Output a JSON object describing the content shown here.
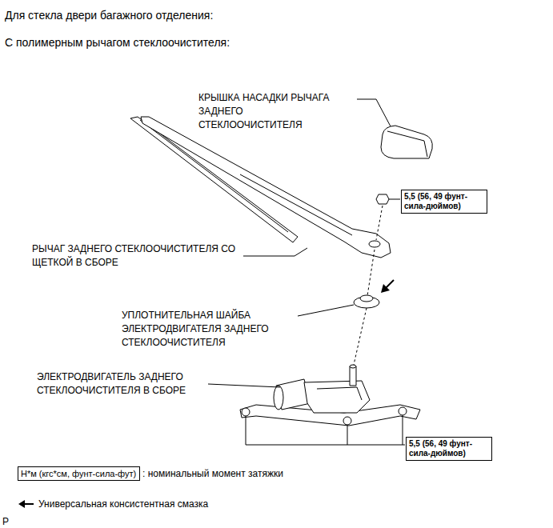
{
  "diagram": {
    "title": "Для стекла двери багажного отделения:",
    "nodes": [
      {
        "text": [
          "5,5 (56, 49 фунт-сила-дюймов)"
        ]
      },
      {
        "text": [
          "5,5 (56, 49 фунт-сила-дюймов)"
        ]
      },
      {
        "text": [
          "Н*м (кгс*см, фунт-сила-фут)"
        ]
      }
    ],
    "labels": [
      "С полимерным рычагом стеклоочистителя:",
      "КРЫШКА НАСАДКИ РЫЧАГА ЗАДНЕГО СТЕКЛООЧИСТИТЕЛЯ",
      "РЫЧАГ ЗАДНЕГО СТЕКЛООЧИСТИТЕЛЯ СО ЩЕТКОЙ В СБОРЕ",
      "УПЛОТНИТЕЛЬНАЯ ШАЙБА ЭЛЕКТРОДВИГАТЕЛЯ ЗАДНЕГО СТЕКЛООЧИСТИТЕЛЯ",
      "ЭЛЕКТРОДВИГАТЕЛЬ ЗАДНЕГО СТЕКЛООЧИСТИТЕЛЯ В СБОРЕ",
      "Р"
    ],
    "legend": [
      {
        "text": ": номинальный момент затяжки"
      },
      {
        "text": "Универсальная консистентная смазка"
      }
    ]
  }
}
